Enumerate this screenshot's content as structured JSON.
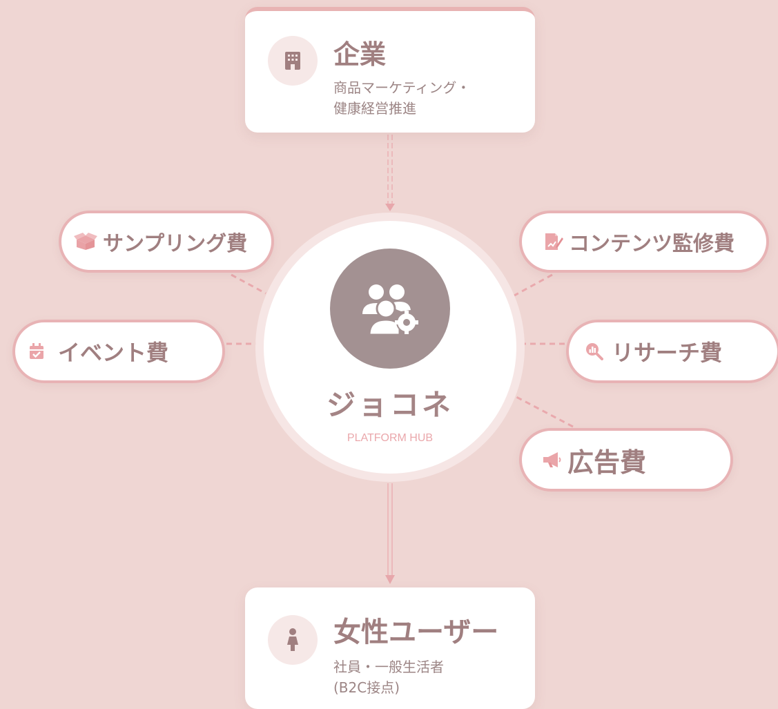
{
  "diagram": {
    "top_node": {
      "title": "企業",
      "desc_lines": [
        "商品マーケティング・",
        "健康経営推進"
      ],
      "icon": "building-icon"
    },
    "hub": {
      "title": "ジョコネ",
      "subtitle": "PLATFORM HUB",
      "icon": "users-gear-icon"
    },
    "bottom_node": {
      "title": "女性ユーザー",
      "desc_lines": [
        "社員・一般生活者",
        "(B2C接点)"
      ],
      "icon": "woman-icon"
    },
    "revenue_items": {
      "sampling": {
        "label": "サンプリング費",
        "icon": "box-open-icon"
      },
      "event": {
        "label": "イベント費",
        "icon": "calendar-check-icon"
      },
      "content": {
        "label": "コンテンツ監修費",
        "icon": "edit-document-icon"
      },
      "research": {
        "label": "リサーチ費",
        "icon": "search-chart-icon"
      },
      "ad": {
        "label": "広告費",
        "icon": "megaphone-icon"
      }
    }
  },
  "colors": {
    "background": "#efd6d3",
    "accent_pink": "#e8b3b5",
    "text_brown": "#a07f80",
    "hub_icon_bg": "#a39192",
    "connector": "#e9a9ad"
  }
}
